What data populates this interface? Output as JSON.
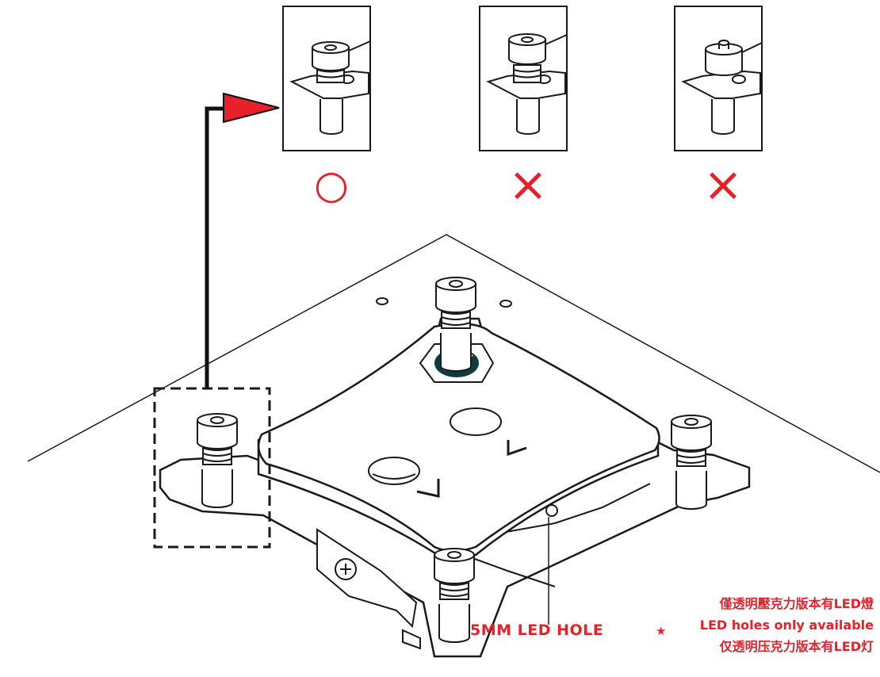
{
  "marks": {
    "correct": "○",
    "wrong_1": "×",
    "wrong_2": "×"
  },
  "labels": {
    "led_hole": "5MM LED HOLE",
    "star": "★",
    "note_traditional": "僅透明壓克力版本有LED燈",
    "note_english": "LED holes only available",
    "note_simplified": "仅透明压克力版本有LED灯"
  },
  "colors": {
    "accent_red": "#e8202a",
    "line": "#1a1a1a",
    "emblem_fill": "#0f3a40"
  },
  "icons": {
    "arrow": "red-arrow-icon",
    "emblem": "dragon-logo-icon"
  }
}
